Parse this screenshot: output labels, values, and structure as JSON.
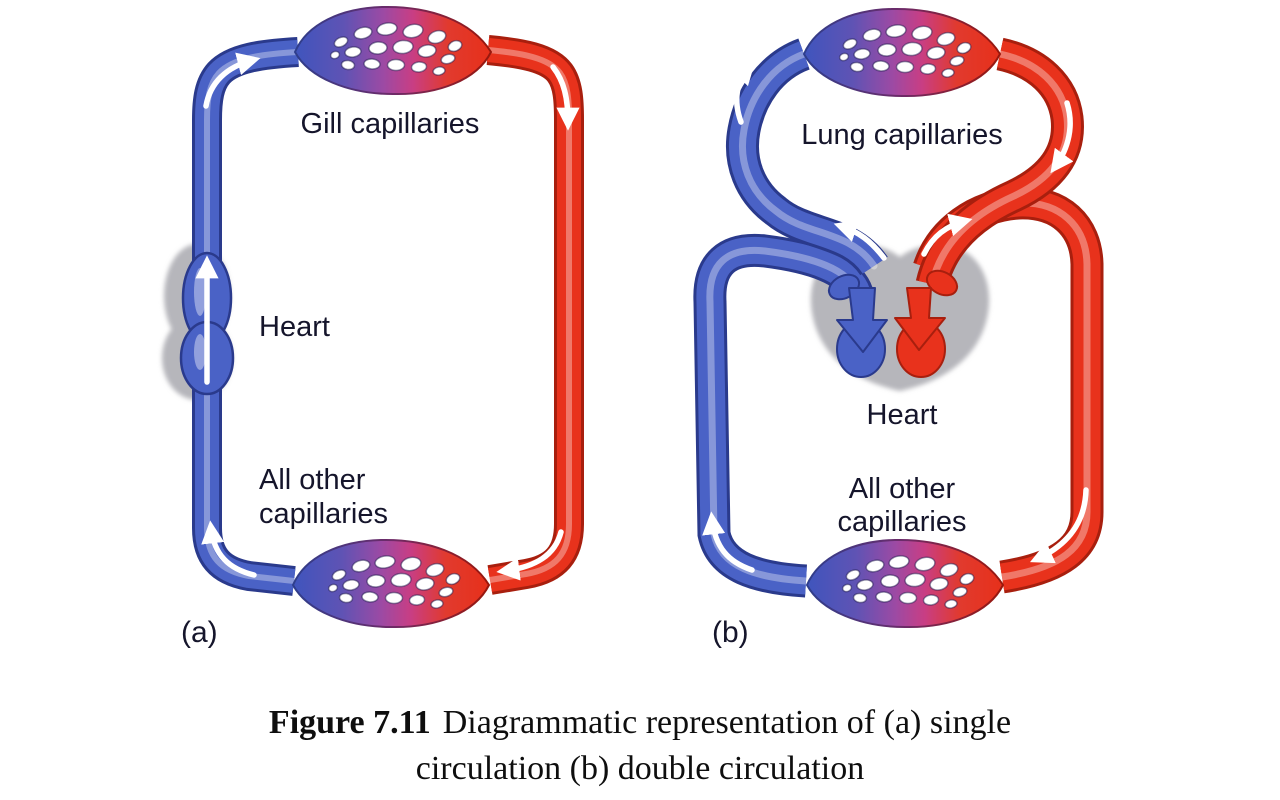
{
  "figure": {
    "panels": {
      "a": {
        "label": "(a)",
        "top_capillary": "Gill capillaries",
        "heart": "Heart",
        "other_capillaries_line1": "All other",
        "other_capillaries_line2": "capillaries"
      },
      "b": {
        "label": "(b)",
        "top_capillary": "Lung capillaries",
        "heart": "Heart",
        "other_capillaries_line1": "All other",
        "other_capillaries_line2": "capillaries"
      }
    },
    "caption": {
      "label": "Figure 7.11",
      "line1": "Diagrammatic representation of (a) single",
      "line2": "circulation (b) double circulation"
    },
    "colors": {
      "oxygenated_red": "#e8321c",
      "deoxygenated_blue": "#4a62c6",
      "capillary_purple": "#9c4aa4",
      "heart_shadow_gray": "#b6b6bb",
      "label_text": "#15152b"
    }
  }
}
